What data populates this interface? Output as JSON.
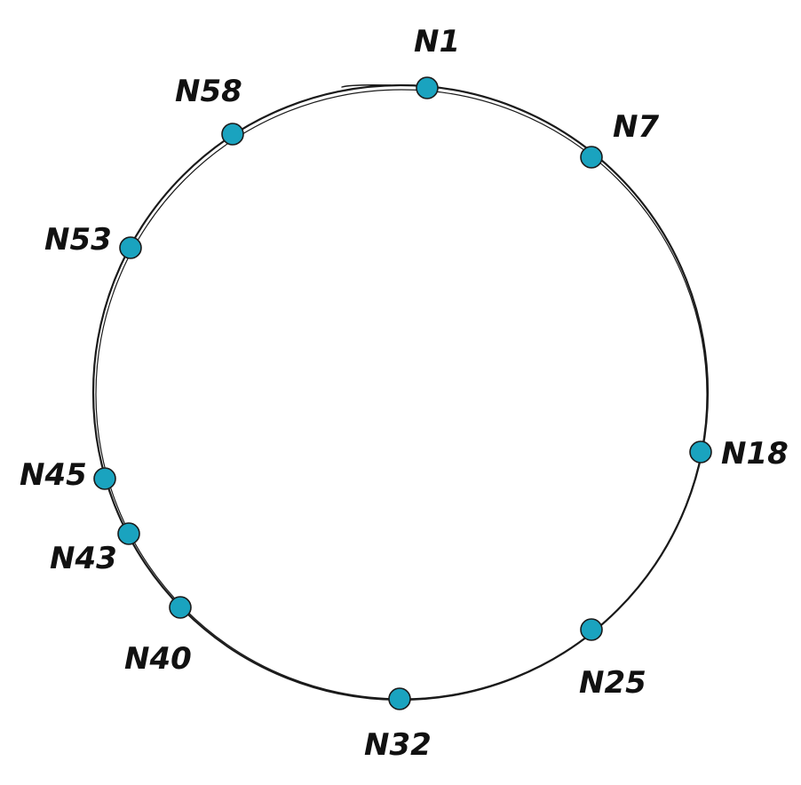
{
  "diagram": {
    "node_color": "#1aa3bf",
    "ring_color": "#1a1a1a",
    "nodes": [
      {
        "id": "n1",
        "label": "N1"
      },
      {
        "id": "n7",
        "label": "N7"
      },
      {
        "id": "n18",
        "label": "N18"
      },
      {
        "id": "n25",
        "label": "N25"
      },
      {
        "id": "n32",
        "label": "N32"
      },
      {
        "id": "n40",
        "label": "N40"
      },
      {
        "id": "n43",
        "label": "N43"
      },
      {
        "id": "n45",
        "label": "N45"
      },
      {
        "id": "n53",
        "label": "N53"
      },
      {
        "id": "n58",
        "label": "N58"
      }
    ]
  }
}
